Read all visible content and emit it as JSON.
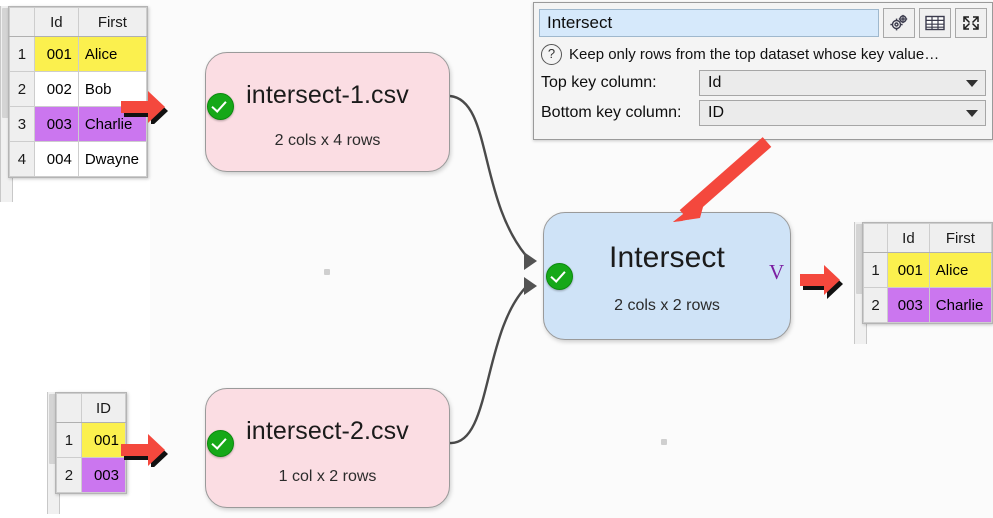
{
  "properties_panel": {
    "name_value": "Intersect",
    "description": "Keep only rows from the top dataset whose key value…",
    "help_icon": "question-mark-icon",
    "buttons": [
      {
        "name": "settings-gears-icon",
        "label": ""
      },
      {
        "name": "table-view-icon",
        "label": ""
      },
      {
        "name": "expand-fullscreen-icon",
        "label": ""
      }
    ],
    "fields": [
      {
        "label": "Top key column:",
        "value": "Id"
      },
      {
        "label": "Bottom key column:",
        "value": "ID"
      }
    ]
  },
  "canvas": {
    "nodes": [
      {
        "id": "csv1",
        "title": "intersect-1.csv",
        "subtitle": "2 cols x 4 rows",
        "status": "ok",
        "color": "#fbdde3"
      },
      {
        "id": "csv2",
        "title": "intersect-2.csv",
        "subtitle": "1 col x 2 rows",
        "status": "ok",
        "color": "#fbdde3"
      },
      {
        "id": "intersect",
        "title": "Intersect",
        "subtitle": "2 cols x 2 rows",
        "status": "ok",
        "out_marker": "V",
        "out_marker_color": "#7b1fa2",
        "color": "#cfe3f7"
      }
    ]
  },
  "tables": {
    "left": {
      "columns": [
        "Id",
        "First"
      ],
      "rows": [
        {
          "n": "1",
          "id": "001",
          "first": "Alice",
          "highlight": "yellow"
        },
        {
          "n": "2",
          "id": "002",
          "first": "Bob",
          "highlight": "none"
        },
        {
          "n": "3",
          "id": "003",
          "first": "Charlie",
          "highlight": "purple"
        },
        {
          "n": "4",
          "id": "004",
          "first": "Dwayne",
          "highlight": "none"
        }
      ]
    },
    "bottom": {
      "columns": [
        "ID"
      ],
      "rows": [
        {
          "n": "1",
          "id": "001",
          "highlight": "yellow"
        },
        {
          "n": "2",
          "id": "003",
          "highlight": "purple"
        }
      ]
    },
    "right": {
      "columns": [
        "Id",
        "First"
      ],
      "rows": [
        {
          "n": "1",
          "id": "001",
          "first": "Alice",
          "highlight": "yellow"
        },
        {
          "n": "2",
          "id": "003",
          "first": "Charlie",
          "highlight": "purple"
        }
      ]
    }
  },
  "annotations": {
    "red_arrow_color": "#f4483d",
    "black_arrow_color": "#111111",
    "items": [
      {
        "name": "red-diagonal-arrow-to-intersect-node"
      },
      {
        "name": "black-red-arrow-left-table-to-csv1"
      },
      {
        "name": "black-red-arrow-bottom-table-to-csv2"
      },
      {
        "name": "black-red-arrow-intersect-to-right-table"
      }
    ]
  },
  "colors": {
    "highlight_yellow": "#fbf04e",
    "highlight_purple": "#cb76ef",
    "node_csv": "#fbdde3",
    "node_op": "#cfe3f7",
    "status_green": "#16a818",
    "canvas_bg": "#fbfbfb"
  }
}
